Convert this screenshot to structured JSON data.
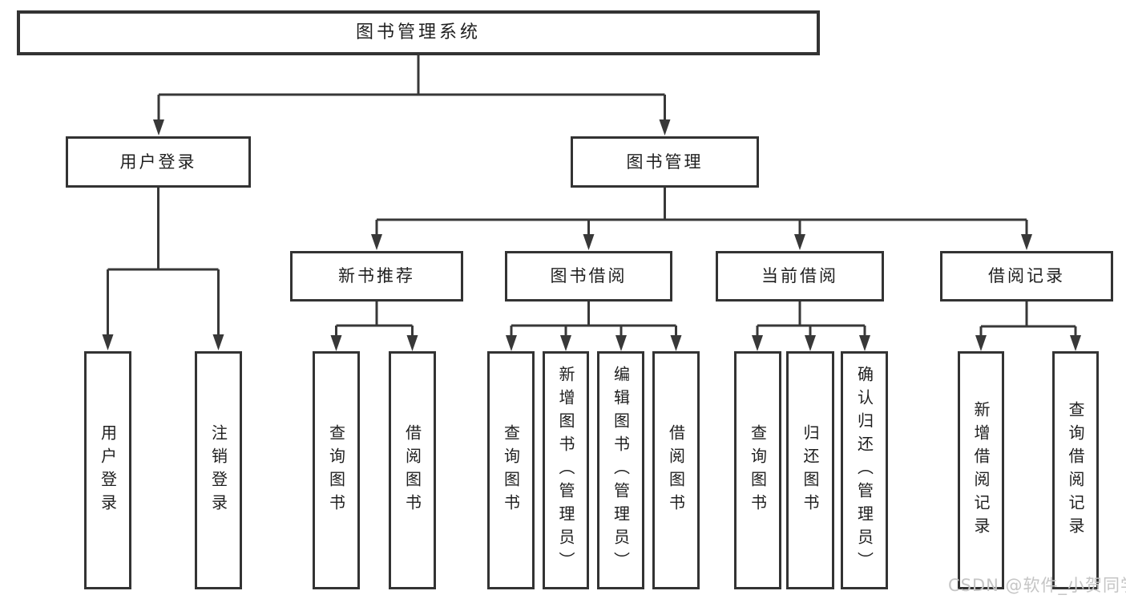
{
  "diagram": {
    "type": "hierarchy",
    "tree": {
      "root": "图书管理系统",
      "children": [
        {
          "label": "用户登录",
          "children": [
            {
              "label": "用户登录"
            },
            {
              "label": "注销登录"
            }
          ]
        },
        {
          "label": "图书管理",
          "children": [
            {
              "label": "新书推荐",
              "children": [
                {
                  "label": "查询图书"
                },
                {
                  "label": "借阅图书"
                }
              ]
            },
            {
              "label": "图书借阅",
              "children": [
                {
                  "label": "查询图书"
                },
                {
                  "label": "新增图书（管理员）"
                },
                {
                  "label": "编辑图书（管理员）"
                },
                {
                  "label": "借阅图书"
                }
              ]
            },
            {
              "label": "当前借阅",
              "children": [
                {
                  "label": "查询图书"
                },
                {
                  "label": "归还图书"
                },
                {
                  "label": "确认归还（管理员）"
                }
              ]
            },
            {
              "label": "借阅记录",
              "children": [
                {
                  "label": "新增借阅记录"
                },
                {
                  "label": "查询借阅记录"
                }
              ]
            }
          ]
        }
      ]
    },
    "colors": {
      "line": "#383838",
      "box_border": "#333333",
      "box_fill": "#ffffff",
      "text": "#1f1f1f",
      "background": "#ffffff"
    }
  },
  "watermark": {
    "text": "CSDN @软件_小贺同学",
    "color": "#c5c5c5"
  }
}
